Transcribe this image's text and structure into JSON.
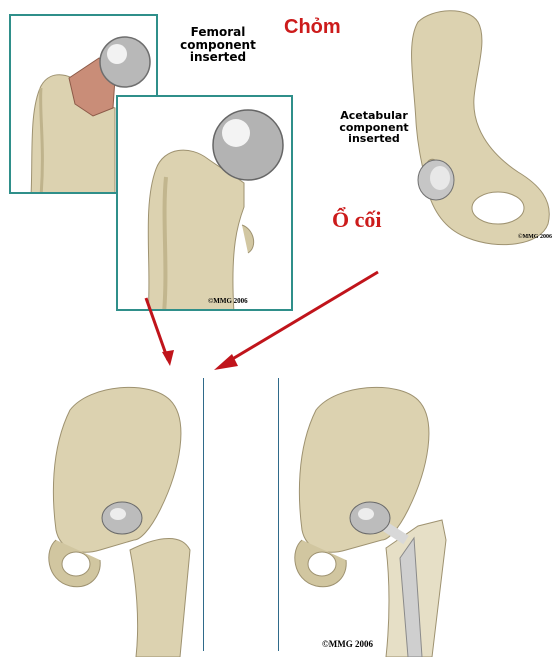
{
  "labels": {
    "femoral": "Femoral\ncomponent\ninserted",
    "chom": "Chỏm",
    "acetabular": "Acetabular\ncomponent\ninserted",
    "o_coi": "Ổ cối"
  },
  "copyrights": {
    "femur_panel": "©MMG 2006",
    "pelvis": "©MMG 2006",
    "bottom": "©MMG 2006"
  },
  "colors": {
    "bone": "#dcd2b0",
    "bone_shadow": "#b9ac84",
    "metal": "#a9a9a9",
    "frame": "#2f8f8a",
    "arrow": "#c0141b",
    "cartilage": "#c98d78"
  }
}
